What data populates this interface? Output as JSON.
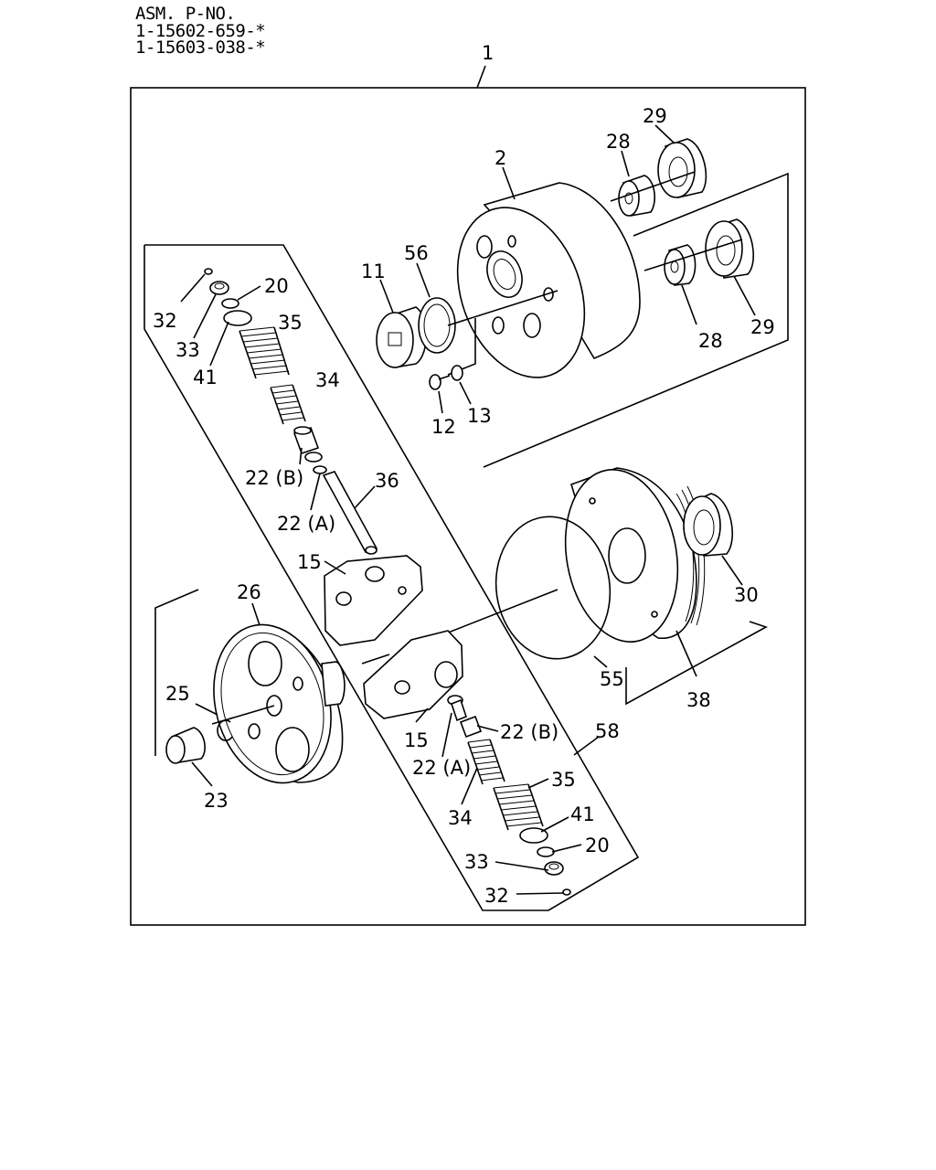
{
  "header": {
    "title": "ASM. P-NO.",
    "part_numbers": [
      "1-15602-659-*",
      "1-15603-038-*"
    ]
  },
  "diagram": {
    "labels": {
      "l1": "1",
      "l2": "2",
      "l29a": "29",
      "l28a": "28",
      "l56": "56",
      "l11": "11",
      "l28b": "28",
      "l29b": "29",
      "l12": "12",
      "l13": "13",
      "l32a": "32",
      "l33a": "33",
      "l41a": "41",
      "l20a": "20",
      "l35a": "35",
      "l34a": "34",
      "l22Ba": "22 (B)",
      "l22Aa": "22 (A)",
      "l36": "36",
      "l15a": "15",
      "l26": "26",
      "l25": "25",
      "l23": "23",
      "l15b": "15",
      "l22Ab": "22 (A)",
      "l22Bb": "22 (B)",
      "l34b": "34",
      "l35b": "35",
      "l41b": "41",
      "l20b": "20",
      "l33b": "33",
      "l32b": "32",
      "l58": "58",
      "l55": "55",
      "l38": "38",
      "l30": "30"
    }
  }
}
